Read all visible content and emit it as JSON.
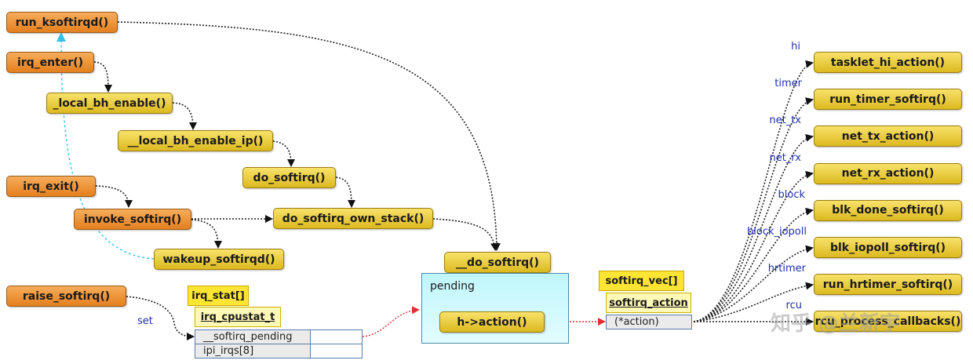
{
  "functions": {
    "run_ksoftirqd": "run_ksoftirqd()",
    "irq_enter": "irq_enter()",
    "local_bh_enable": "_local_bh_enable()",
    "local_bh_enable_ip": "__local_bh_enable_ip()",
    "do_softirq": "do_softirq()",
    "irq_exit": "irq_exit()",
    "invoke_softirq": "invoke_softirq()",
    "do_softirq_own_stack": "do_softirq_own_stack()",
    "wakeup_softirqd": "wakeup_softirqd()",
    "raise_softirq": "raise_softirq()",
    "__do_softirq": "__do_softirq()"
  },
  "pending": {
    "title": "pending",
    "action": "h->action()"
  },
  "irq_stat": {
    "tag": "irq_stat[]",
    "struct": "irq_cpustat_t",
    "rows": [
      "__softirq_pending",
      "ipi_irqs[8]"
    ]
  },
  "softirq_vec": {
    "tag": "softirq_vec[]",
    "struct": "softirq_action",
    "field": "(*action)"
  },
  "edge_labels": {
    "set": "set"
  },
  "handlers": [
    {
      "label": "hi",
      "fn": "tasklet_hi_action()"
    },
    {
      "label": "timer",
      "fn": "run_timer_softirq()"
    },
    {
      "label": "net_tx",
      "fn": "net_tx_action()"
    },
    {
      "label": "net_rx",
      "fn": "net_rx_action()"
    },
    {
      "label": "block",
      "fn": "blk_done_softirq()"
    },
    {
      "label": "block_iopoll",
      "fn": "blk_iopoll_softirq()"
    },
    {
      "label": "hrtimer",
      "fn": "run_hrtimer_softirq()"
    },
    {
      "label": "rcu",
      "fn": "rcu_process_callbacks()"
    }
  ],
  "watermark": "知乎 @兰新宇",
  "colors": {
    "orange_node": "#e47f1e",
    "yellow_node": "#dcb91f",
    "pending_fill": "#bff6fb",
    "label_blue": "#1f2fa8",
    "red_arrow": "#e03030",
    "cyan_arrow": "#33c2e6"
  }
}
